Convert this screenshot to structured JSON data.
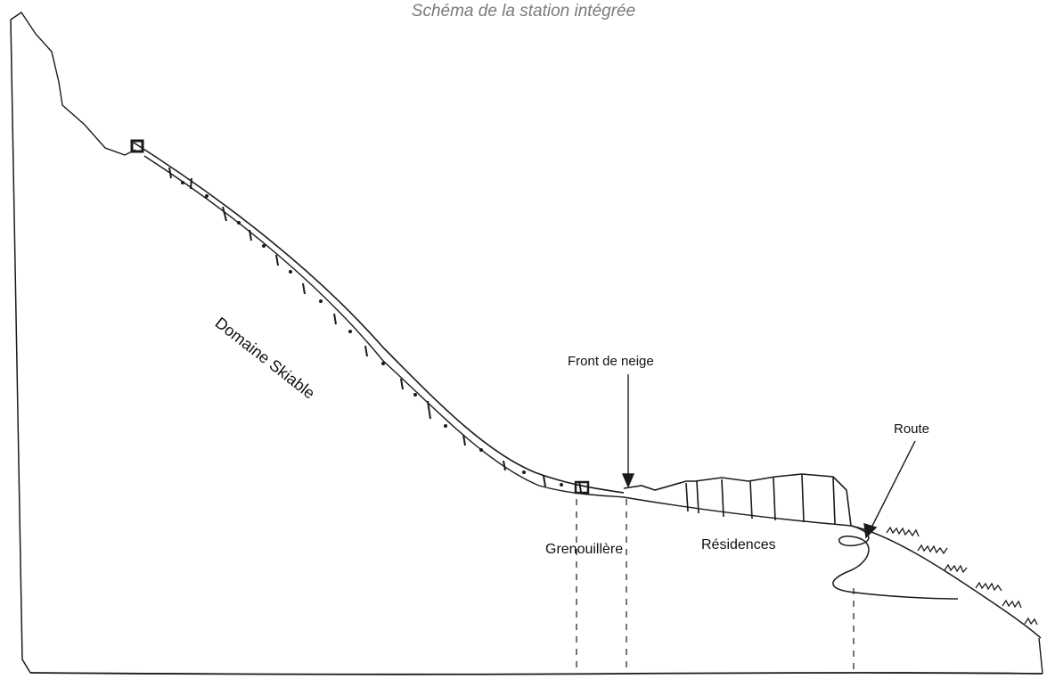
{
  "title": "Schéma de la station intégrée",
  "labels": {
    "domaine": "Domaine Skiable",
    "front": "Front de neige",
    "route": "Route",
    "grenouillere": "Grenouillère",
    "residences": "Résidences"
  },
  "colors": {
    "ink": "#1a1a1a",
    "title": "#7a7a7a"
  }
}
